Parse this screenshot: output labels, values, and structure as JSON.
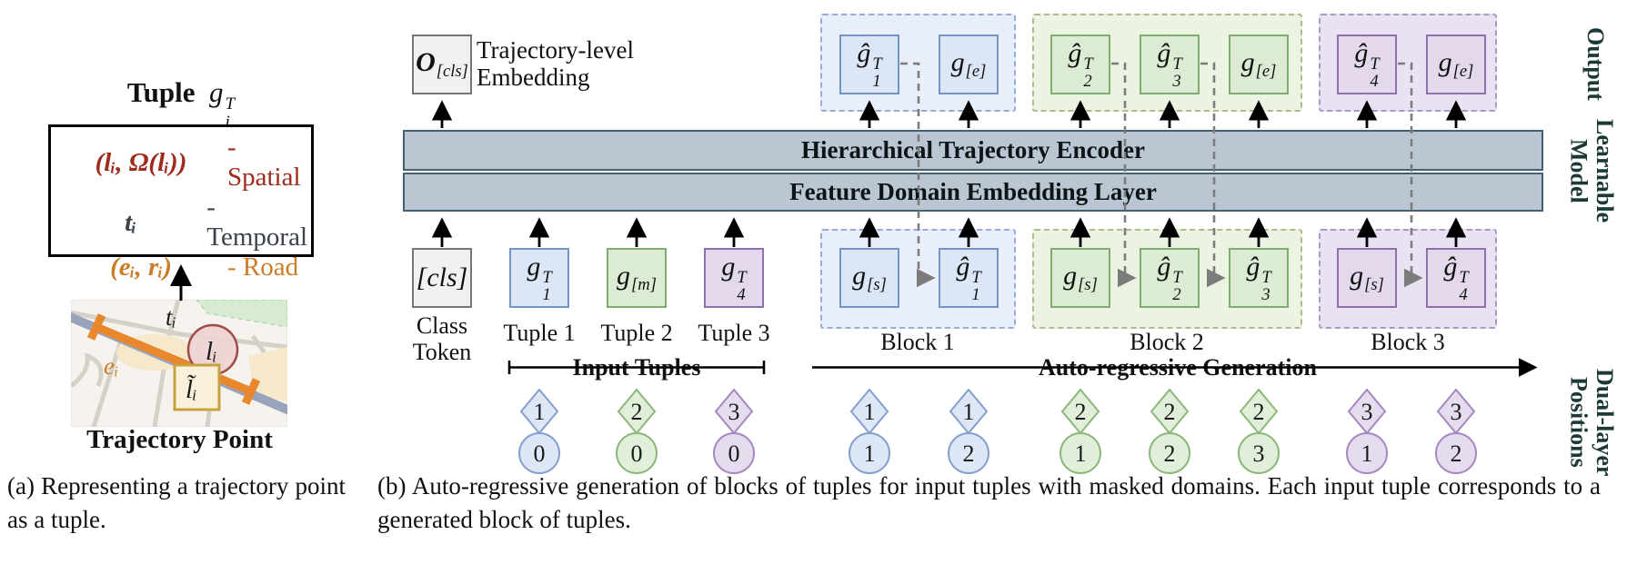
{
  "panel_a": {
    "title_word": "Tuple",
    "title_token": {
      "b": "g",
      "sup": "T",
      "sub": "i"
    },
    "rows": [
      {
        "expr": "(lᵢ, Ω(lᵢ))",
        "label": "- Spatial",
        "color": "#9e2b1e"
      },
      {
        "expr": "tᵢ",
        "label": "- Temporal",
        "color": "#3b4249"
      },
      {
        "expr": "(eᵢ, rᵢ)",
        "label": "- Road",
        "color": "#cc7c27"
      }
    ],
    "map_labels": {
      "t": "tᵢ",
      "e": "eᵢ",
      "l": "lᵢ",
      "lt": "l̃ᵢ"
    },
    "map_caption": "Trajectory Point",
    "caption": "(a) Representing a trajectory point as a tuple."
  },
  "panel_b": {
    "cls_output_token": {
      "b": "O",
      "sub": "[cls]",
      "bold": true
    },
    "cls_output_label": "Trajectory-level Embedding",
    "bars": [
      "Hierarchical Trajectory Encoder",
      "Feature Domain Embedding Layer"
    ],
    "cls_token": {
      "b": "[cls]",
      "plain": true
    },
    "cls_label": "Class Token",
    "tuples": [
      {
        "label": "Tuple 1",
        "token": {
          "b": "g",
          "sup": "T",
          "sub": "1"
        }
      },
      {
        "label": "Tuple 2",
        "token": {
          "b": "g",
          "sub": "[m]"
        }
      },
      {
        "label": "Tuple 3",
        "token": {
          "b": "g",
          "sup": "T",
          "sub": "4"
        }
      }
    ],
    "input_tuples_label": "Input Tuples",
    "autoregressive_label": "Auto-regressive Generation",
    "blocks": [
      {
        "label": "Block 1",
        "top": [
          {
            "b": "ĝ",
            "sup": "T",
            "sub": "1"
          },
          {
            "b": "g",
            "sub": "[e]"
          }
        ],
        "bottom": [
          {
            "b": "g",
            "sub": "[s]"
          },
          {
            "b": "ĝ",
            "sup": "T",
            "sub": "1"
          }
        ]
      },
      {
        "label": "Block 2",
        "top": [
          {
            "b": "ĝ",
            "sup": "T",
            "sub": "2"
          },
          {
            "b": "ĝ",
            "sup": "T",
            "sub": "3"
          },
          {
            "b": "g",
            "sub": "[e]"
          }
        ],
        "bottom": [
          {
            "b": "g",
            "sub": "[s]"
          },
          {
            "b": "ĝ",
            "sup": "T",
            "sub": "2"
          },
          {
            "b": "ĝ",
            "sup": "T",
            "sub": "3"
          }
        ]
      },
      {
        "label": "Block 3",
        "top": [
          {
            "b": "ĝ",
            "sup": "T",
            "sub": "4"
          },
          {
            "b": "g",
            "sub": "[e]"
          }
        ],
        "bottom": [
          {
            "b": "g",
            "sub": "[s]"
          },
          {
            "b": "ĝ",
            "sup": "T",
            "sub": "4"
          }
        ]
      }
    ],
    "side_labels": {
      "output": "Output",
      "learnable": "Learnable Model",
      "positions": "Dual-layer Positions"
    },
    "positions": [
      {
        "diamond": "1",
        "circle": "0",
        "family": "blue"
      },
      {
        "diamond": "2",
        "circle": "0",
        "family": "green"
      },
      {
        "diamond": "3",
        "circle": "0",
        "family": "purple"
      },
      {
        "diamond": "1",
        "circle": "1",
        "family": "blue"
      },
      {
        "diamond": "1",
        "circle": "2",
        "family": "blue"
      },
      {
        "diamond": "2",
        "circle": "1",
        "family": "green"
      },
      {
        "diamond": "2",
        "circle": "2",
        "family": "green"
      },
      {
        "diamond": "2",
        "circle": "3",
        "family": "green"
      },
      {
        "diamond": "3",
        "circle": "1",
        "family": "purple"
      },
      {
        "diamond": "3",
        "circle": "2",
        "family": "purple"
      }
    ],
    "colors": {
      "blue_fill": "#dbe6f6",
      "blue_border": "#7294c6",
      "green_fill": "#dcecd4",
      "green_border": "#7fad6d",
      "purple_fill": "#e3d8ec",
      "purple_border": "#9070ae",
      "bar_fill": "#bac7d3",
      "bar_border": "#45616f",
      "spatial": "#9e2b1e",
      "road": "#cc7c27",
      "side_label": "#1c3a35"
    },
    "caption": "(b) Auto-regressive generation of blocks of tuples for input tuples with masked domains. Each input tuple corresponds to a generated block of tuples."
  }
}
